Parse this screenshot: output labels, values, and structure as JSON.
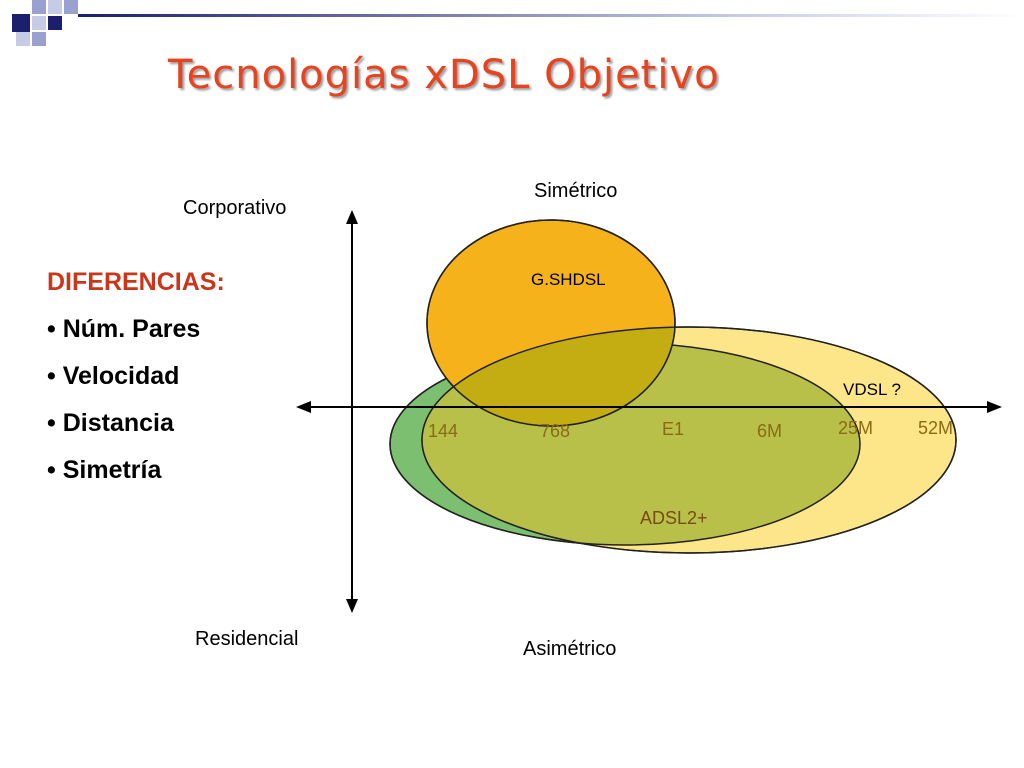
{
  "title": "Tecnologías xDSL Objetivo",
  "axis_labels": {
    "top": "Corporativo",
    "bottom": "Residencial",
    "right_top": "Simétrico",
    "right_bottom": "Asimétrico"
  },
  "differences": {
    "heading": "DIFERENCIAS:",
    "bullet": "•",
    "items": [
      "Núm. Pares",
      "Velocidad",
      "Distancia",
      "Simetría"
    ]
  },
  "regions": {
    "gshdsl": "G.SHDSL",
    "vdsl": "VDSL ?",
    "adsl2": "ADSL2+"
  },
  "speeds": [
    "144",
    "768",
    "E1",
    "6M",
    "25M",
    "52M"
  ],
  "colors": {
    "title": "#e8431f",
    "heading": "#c9361a",
    "orange": "#f5b21a",
    "yellow": "#fde58a",
    "green": "#7dbf70",
    "overlap": "#b8c04a",
    "speed_text": "#8a6a12",
    "adsl_text": "#7a4a10"
  }
}
